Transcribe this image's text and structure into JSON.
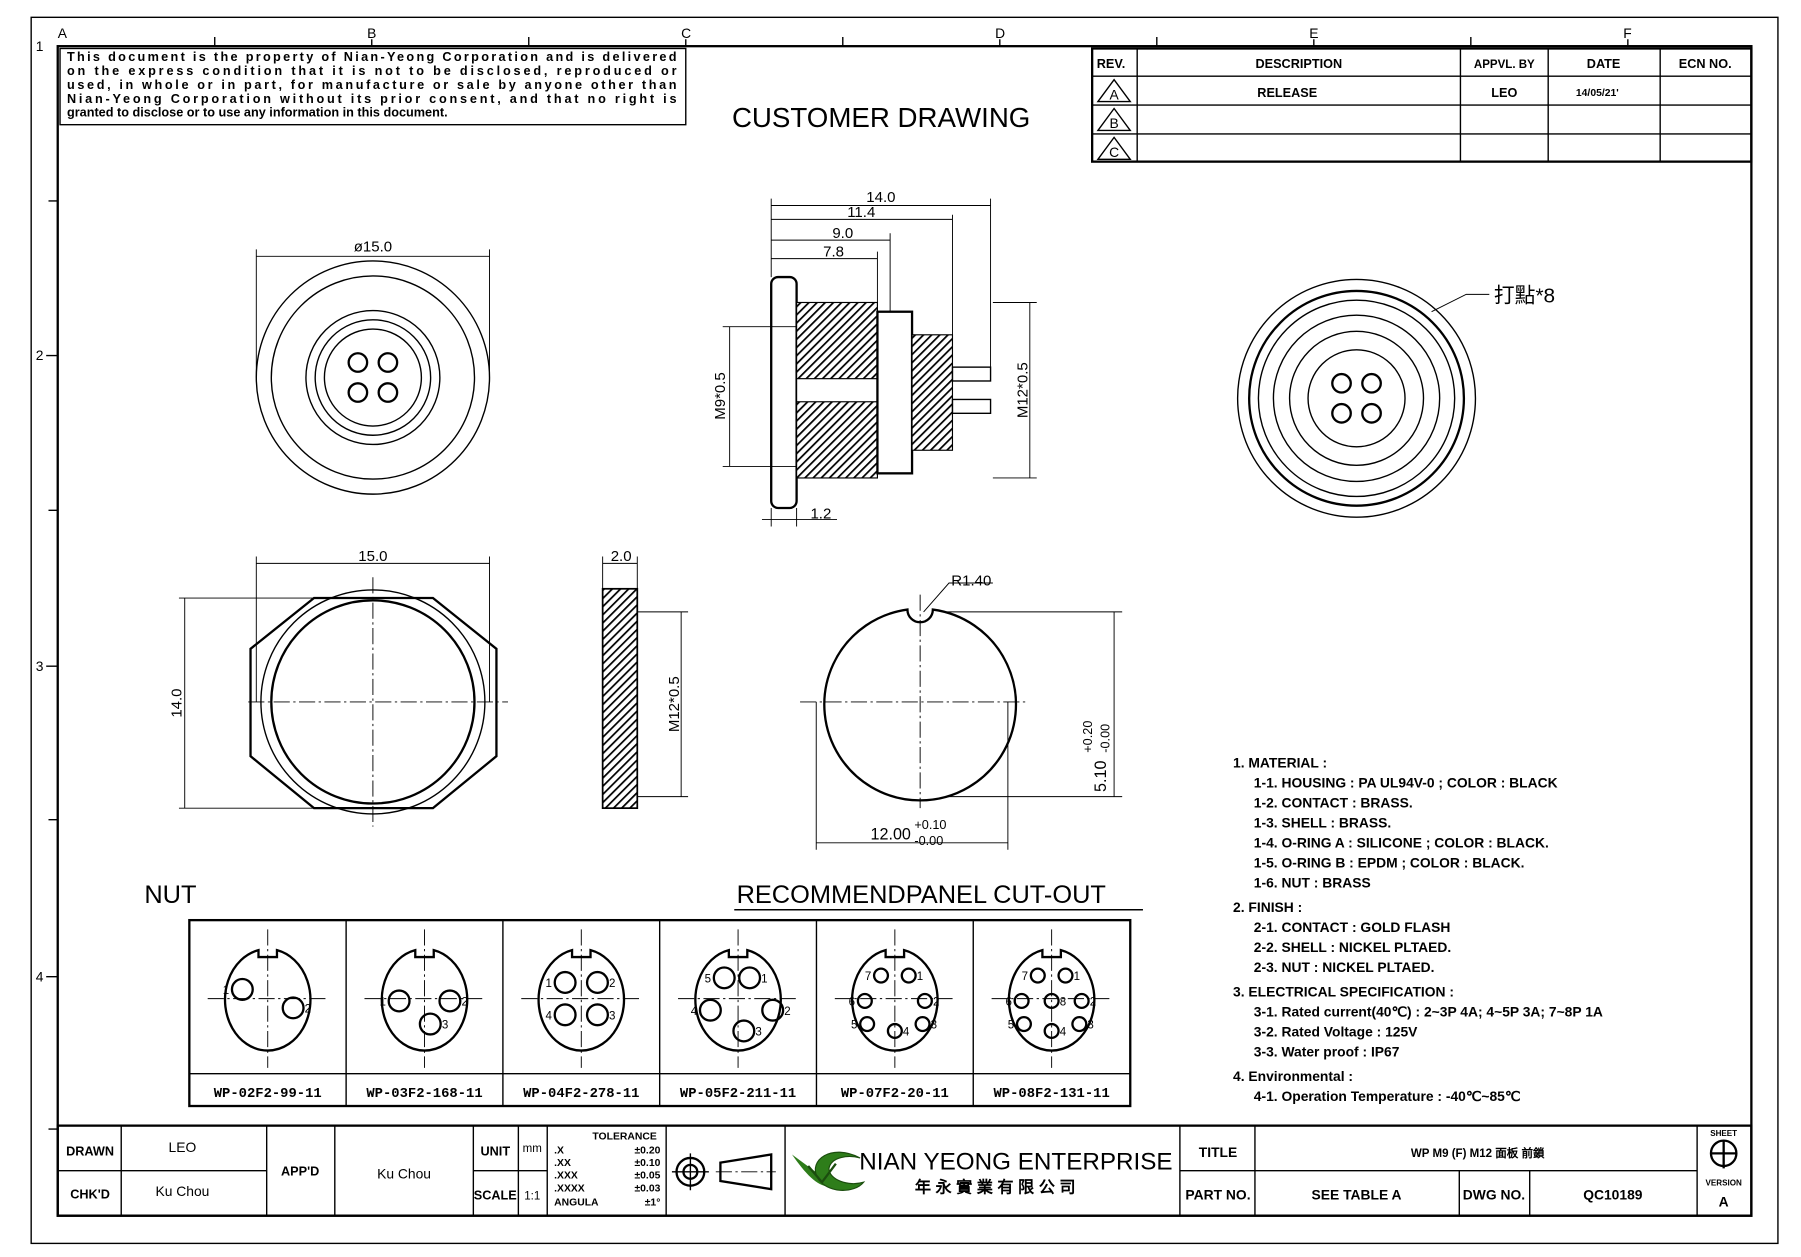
{
  "zones": {
    "columns": [
      "A",
      "B",
      "C",
      "D",
      "E",
      "F"
    ],
    "rows": [
      "1",
      "2",
      "3",
      "4"
    ]
  },
  "notice": [
    "This document is the property of Nian-Yeong Corporation and is delivered",
    "on  the  express condition that it is not to be disclosed, reproduced or",
    "used, in whole or in part, for manufacture or sale by anyone other than",
    "Nian-Yeong Corporation without  its prior consent, and that  no right  is",
    "granted to disclose or to use any information in this  document."
  ],
  "drawing_title": "CUSTOMER  DRAWING",
  "revision_table": {
    "headers": [
      "REV.",
      "DESCRIPTION",
      "APPVL. BY",
      "DATE",
      "ECN NO."
    ],
    "rows": [
      {
        "rev": "A",
        "description": "RELEASE",
        "appvl_by": "LEO",
        "date": "14/05/21'",
        "ecn": ""
      },
      {
        "rev": "B",
        "description": "",
        "appvl_by": "",
        "date": "",
        "ecn": ""
      },
      {
        "rev": "C",
        "description": "",
        "appvl_by": "",
        "date": "",
        "ecn": ""
      }
    ]
  },
  "dimensions": {
    "front_diameter": "ø15.0",
    "side_total": "14.0",
    "side_11": "11.4",
    "side_9": "9.0",
    "side_78": "7.8",
    "side_flange": "1.2",
    "thread_m9": "M9*0.5",
    "thread_m12": "M12*0.5",
    "rear_label": "打點*8",
    "nut_width": "15.0",
    "nut_height": "14.0",
    "nut_thickness": "2.0",
    "nut_thread": "M12*0.5",
    "cutout_radius": "R1.40",
    "cutout_width": "12.00",
    "cutout_width_tol_plus": "+0.10",
    "cutout_width_tol_minus": "-0.00",
    "cutout_flat": "5.10",
    "cutout_flat_tol_plus": "+0.20",
    "cutout_flat_tol_minus": "-0.00"
  },
  "labels": {
    "nut": "NUT",
    "panel_cutout": "RECOMMENDPANEL  CUT-OUT"
  },
  "pin_layouts": [
    {
      "part": "WP-02F2-99-11",
      "pins": [
        "1",
        "2"
      ]
    },
    {
      "part": "WP-03F2-168-11",
      "pins": [
        "1",
        "2",
        "3"
      ]
    },
    {
      "part": "WP-04F2-278-11",
      "pins": [
        "1",
        "2",
        "3",
        "4"
      ]
    },
    {
      "part": "WP-05F2-211-11",
      "pins": [
        "1",
        "2",
        "3",
        "4",
        "5"
      ]
    },
    {
      "part": "WP-07F2-20-11",
      "pins": [
        "1",
        "2",
        "3",
        "4",
        "5",
        "6",
        "7"
      ]
    },
    {
      "part": "WP-08F2-131-11",
      "pins": [
        "1",
        "2",
        "3",
        "4",
        "5",
        "6",
        "7",
        "8"
      ]
    }
  ],
  "notes": [
    "1.  MATERIAL  :",
    "1-1.  HOUSING  :  PA  UL94V-0  ;  COLOR  :  BLACK",
    "1-2.  CONTACT  :  BRASS.",
    "1-3.  SHELL      :  BRASS.",
    "1-4.  O-RING  A  :  SILICONE  ;  COLOR  :  BLACK.",
    "1-5.  O-RING  B  :  EPDM  ;  COLOR  :  BLACK.",
    "1-6.  NUT  :  BRASS",
    "2.  FINISH  :",
    "2-1.  CONTACT  :  GOLD  FLASH",
    "2-2.  SHELL    :  NICKEL  PLTAED.",
    "2-3.  NUT  :  NICKEL  PLTAED.",
    "3.  ELECTRICAL  SPECIFICATION  :",
    "3-1.  Rated  current(40℃)  :  2~3P  4A;  4~5P  3A;  7~8P  1A",
    "3-2.  Rated  Voltage  :  125V",
    "3-3.  Water  proof  :  IP67",
    "4.  Environmental  :",
    "4-1.  Operation  Temperature  :  -40℃~85℃"
  ],
  "title_block": {
    "drawn_label": "DRAWN",
    "drawn": "LEO",
    "chkd_label": "CHK'D",
    "chkd": "Ku Chou",
    "appd_label": "APP'D",
    "appd": "Ku Chou",
    "unit_label": "UNIT",
    "unit": "mm",
    "scale_label": "SCALE",
    "scale": "1:1",
    "tolerance_title": "TOLERANCE",
    "tolerances": [
      {
        "k": ".X",
        "v": "±0.20"
      },
      {
        "k": ".XX",
        "v": "±0.10"
      },
      {
        "k": ".XXX",
        "v": "±0.05"
      },
      {
        "k": ".XXXX",
        "v": "±0.03"
      },
      {
        "k": "ANGULA",
        "v": "±1°"
      }
    ],
    "company_en": "NIAN YEONG ENTERPRISE",
    "company_zh": "年 永 實 業 有 限 公 司",
    "title_label": "TITLE",
    "title": "WP M9 (F)  M12 面板 前鎖",
    "part_no_label": "PART NO.",
    "part_no": "SEE TABLE A",
    "dwg_no_label": "DWG NO.",
    "dwg_no": "QC10189",
    "sheet_label": "SHEET",
    "version_label": "VERSION",
    "version": "A"
  },
  "colors": {
    "logo_green": "#2e7d1a",
    "logo_dark": "#1b4d0e"
  }
}
